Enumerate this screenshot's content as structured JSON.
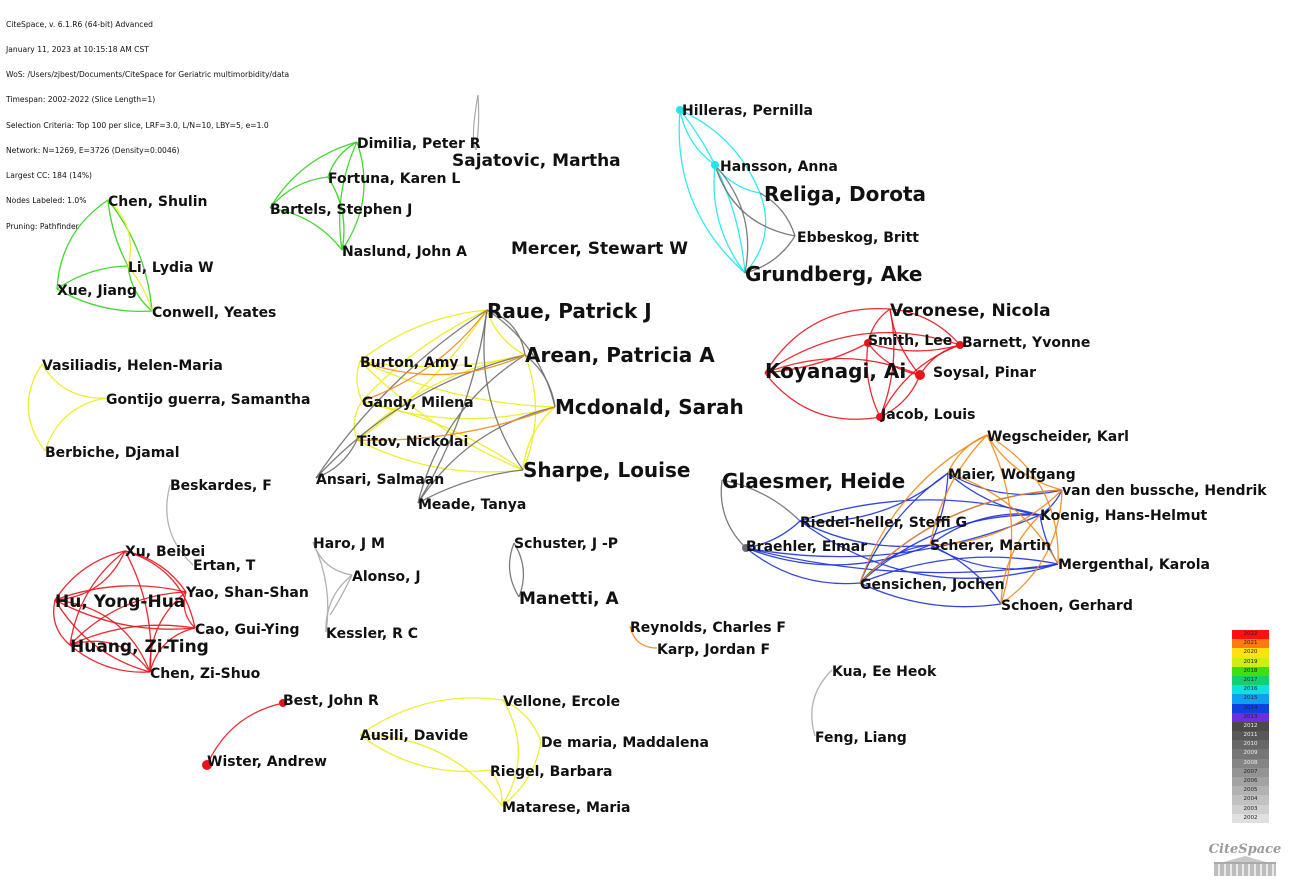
{
  "header": {
    "lines": [
      "CiteSpace, v. 6.1.R6 (64-bit) Advanced",
      "January 11, 2023 at 10:15:18 AM CST",
      "WoS: /Users/zjbest/Documents/CiteSpace for Geriatric multimorbidity/data",
      "Timespan: 2002-2022 (Slice Length=1)",
      "Selection Criteria: Top 100 per slice, LRF=3.0, L/N=10, LBY=5, e=1.0",
      "Network: N=1269, E=3726 (Density=0.0046)",
      "Largest CC: 184 (14%)",
      "Nodes Labeled: 1.0%",
      "Pruning: Pathfinder"
    ]
  },
  "colors": {
    "red": "#e8141c",
    "orange": "#f08a1c",
    "yellow": "#ecec1c",
    "green": "#32d21e",
    "cyan": "#1ee6f0",
    "blue": "#1e32dc",
    "gray": "#6e6e6e",
    "lightgray": "#aaaaaa"
  },
  "labels": [
    {
      "id": "hilleras",
      "text": "Hilleras, Pernilla",
      "size": "m"
    },
    {
      "id": "hansson",
      "text": "Hansson, Anna",
      "size": "m"
    },
    {
      "id": "religa",
      "text": "Religa, Dorota",
      "size": "xl"
    },
    {
      "id": "ebbeskog",
      "text": "Ebbeskog, Britt",
      "size": "m"
    },
    {
      "id": "grundberg",
      "text": "Grundberg, Ake",
      "size": "xl"
    },
    {
      "id": "dimilia",
      "text": "Dimilia, Peter R",
      "size": "m"
    },
    {
      "id": "sajatovic",
      "text": "Sajatovic, Martha",
      "size": "l"
    },
    {
      "id": "fortuna",
      "text": "Fortuna, Karen L",
      "size": "m"
    },
    {
      "id": "bartels",
      "text": "Bartels, Stephen J",
      "size": "m"
    },
    {
      "id": "naslund",
      "text": "Naslund, John A",
      "size": "m"
    },
    {
      "id": "mercer",
      "text": "Mercer, Stewart W",
      "size": "l"
    },
    {
      "id": "chen_shulin",
      "text": "Chen, Shulin",
      "size": "m"
    },
    {
      "id": "li_lydia",
      "text": "Li, Lydia W",
      "size": "m"
    },
    {
      "id": "xue",
      "text": "Xue, Jiang",
      "size": "m"
    },
    {
      "id": "conwell",
      "text": "Conwell, Yeates",
      "size": "m"
    },
    {
      "id": "raue",
      "text": "Raue, Patrick J",
      "size": "xl"
    },
    {
      "id": "arean",
      "text": "Arean, Patricia A",
      "size": "xl"
    },
    {
      "id": "burton",
      "text": "Burton, Amy L",
      "size": "m"
    },
    {
      "id": "gandy",
      "text": "Gandy, Milena",
      "size": "m"
    },
    {
      "id": "mcdonald",
      "text": "Mcdonald, Sarah",
      "size": "xl"
    },
    {
      "id": "titov",
      "text": "Titov, Nickolai",
      "size": "m"
    },
    {
      "id": "sharpe",
      "text": "Sharpe, Louise",
      "size": "xl"
    },
    {
      "id": "ansari",
      "text": "Ansari, Salmaan",
      "size": "m"
    },
    {
      "id": "meade",
      "text": "Meade, Tanya",
      "size": "m"
    },
    {
      "id": "vasiliadis",
      "text": "Vasiliadis, Helen-Maria",
      "size": "m"
    },
    {
      "id": "gontijo",
      "text": "Gontijo guerra, Samantha",
      "size": "m"
    },
    {
      "id": "berbiche",
      "text": "Berbiche, Djamal",
      "size": "m"
    },
    {
      "id": "veronese",
      "text": "Veronese, Nicola",
      "size": "l"
    },
    {
      "id": "smith",
      "text": "Smith, Lee",
      "size": "m"
    },
    {
      "id": "barnett",
      "text": "Barnett, Yvonne",
      "size": "m"
    },
    {
      "id": "koyanagi",
      "text": "Koyanagi, Ai",
      "size": "xl"
    },
    {
      "id": "soysal",
      "text": "Soysal, Pinar",
      "size": "m"
    },
    {
      "id": "jacob",
      "text": "Jacob, Louis",
      "size": "m"
    },
    {
      "id": "wegscheider",
      "text": "Wegscheider, Karl",
      "size": "m"
    },
    {
      "id": "glaesmer",
      "text": "Glaesmer, Heide",
      "size": "xl"
    },
    {
      "id": "maier",
      "text": "Maier, Wolfgang",
      "size": "m"
    },
    {
      "id": "vandenbussche",
      "text": "van den bussche, Hendrik",
      "size": "m"
    },
    {
      "id": "riedel",
      "text": "Riedel-heller, Steffi G",
      "size": "m"
    },
    {
      "id": "koenig",
      "text": "Koenig, Hans-Helmut",
      "size": "m"
    },
    {
      "id": "braehler",
      "text": "Braehler, Elmar",
      "size": "m"
    },
    {
      "id": "scherer",
      "text": "Scherer, Martin",
      "size": "m"
    },
    {
      "id": "gensichen",
      "text": "Gensichen, Jochen",
      "size": "m"
    },
    {
      "id": "mergenthal",
      "text": "Mergenthal, Karola",
      "size": "m"
    },
    {
      "id": "schoen",
      "text": "Schoen, Gerhard",
      "size": "m"
    },
    {
      "id": "beskardes",
      "text": "Beskardes, F",
      "size": "m"
    },
    {
      "id": "xu_beibei",
      "text": "Xu, Beibei",
      "size": "m"
    },
    {
      "id": "ertan",
      "text": "Ertan, T",
      "size": "m"
    },
    {
      "id": "haro",
      "text": "Haro, J M",
      "size": "m"
    },
    {
      "id": "schuster",
      "text": "Schuster, J -P",
      "size": "m"
    },
    {
      "id": "alonso",
      "text": "Alonso, J",
      "size": "m"
    },
    {
      "id": "yao",
      "text": "Yao, Shan-Shan",
      "size": "m"
    },
    {
      "id": "hu",
      "text": "Hu, Yong-Hua",
      "size": "l"
    },
    {
      "id": "manetti",
      "text": "Manetti, A",
      "size": "l"
    },
    {
      "id": "cao",
      "text": "Cao, Gui-Ying",
      "size": "m"
    },
    {
      "id": "kessler",
      "text": "Kessler, R C",
      "size": "m"
    },
    {
      "id": "huang",
      "text": "Huang, Zi-Ting",
      "size": "l"
    },
    {
      "id": "reynolds",
      "text": "Reynolds, Charles F",
      "size": "m"
    },
    {
      "id": "karp",
      "text": "Karp, Jordan F",
      "size": "m"
    },
    {
      "id": "chen_zishuo",
      "text": "Chen, Zi-Shuo",
      "size": "m"
    },
    {
      "id": "kua",
      "text": "Kua, Ee Heok",
      "size": "m"
    },
    {
      "id": "best",
      "text": "Best, John R",
      "size": "m"
    },
    {
      "id": "vellone",
      "text": "Vellone, Ercole",
      "size": "m"
    },
    {
      "id": "ausili",
      "text": "Ausili, Davide",
      "size": "m"
    },
    {
      "id": "demaria",
      "text": "De maria, Maddalena",
      "size": "m"
    },
    {
      "id": "feng",
      "text": "Feng, Liang",
      "size": "m"
    },
    {
      "id": "wister",
      "text": "Wister, Andrew",
      "size": "m"
    },
    {
      "id": "riegel",
      "text": "Riegel, Barbara",
      "size": "m"
    },
    {
      "id": "matarese",
      "text": "Matarese, Maria",
      "size": "m"
    }
  ],
  "legend": {
    "years": [
      "2022",
      "2021",
      "2020",
      "2019",
      "2018",
      "2017",
      "2016",
      "2015",
      "2014",
      "2013",
      "2012",
      "2011",
      "2010",
      "2009",
      "2008",
      "2007",
      "2006",
      "2005",
      "2004",
      "2003",
      "2002"
    ],
    "swatches": [
      "#ff1010",
      "#ff7a10",
      "#ffe010",
      "#c8f010",
      "#40e010",
      "#10d070",
      "#10e0e0",
      "#10a0f0",
      "#1040e0",
      "#6a30e0",
      "#4a4a4a",
      "#585858",
      "#676767",
      "#767676",
      "#858585",
      "#949494",
      "#a3a3a3",
      "#b2b2b2",
      "#c1c1c1",
      "#d0d0d0",
      "#e0e0e0"
    ]
  },
  "brand": {
    "text": "CiteSpace"
  }
}
